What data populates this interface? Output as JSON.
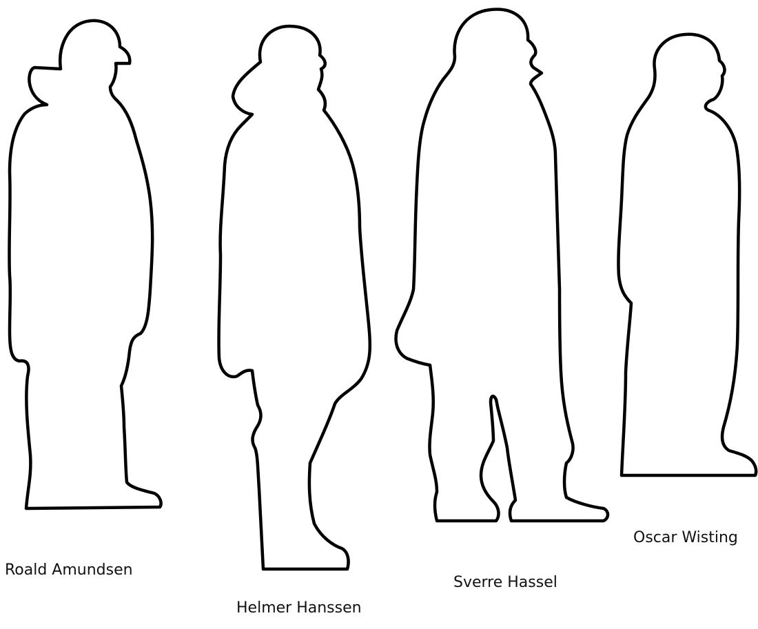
{
  "figures": [
    {
      "id": "amundsen",
      "name": "Roald Amundsen"
    },
    {
      "id": "hanssen",
      "name": "Helmer Hanssen"
    },
    {
      "id": "hassel",
      "name": "Sverre Hassel"
    },
    {
      "id": "wisting",
      "name": "Oscar Wisting"
    }
  ],
  "colors": {
    "outline": "#000000",
    "fill": "#ffffff",
    "background": "#ffffff"
  }
}
